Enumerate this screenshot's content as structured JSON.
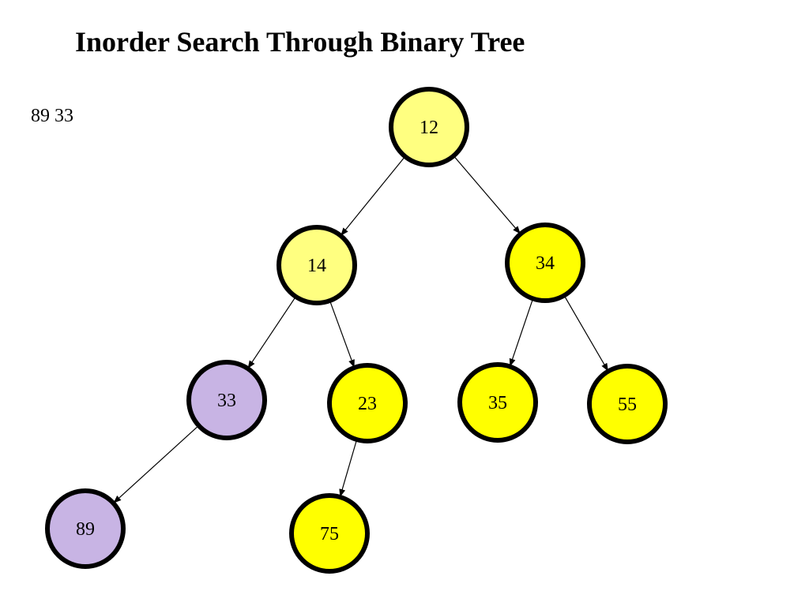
{
  "title": "Inorder Search Through Binary Tree",
  "traversal_output": "89 33",
  "colors": {
    "root_fill": "#FFFF80",
    "default_fill": "#FFFF00",
    "visited_fill": "#C8B4E4",
    "outline": "#000000",
    "edge": "#000000"
  },
  "tree": {
    "nodes": [
      {
        "id": "n12",
        "label": "12",
        "state": "current"
      },
      {
        "id": "n14",
        "label": "14",
        "state": "current"
      },
      {
        "id": "n34",
        "label": "34",
        "state": "default"
      },
      {
        "id": "n33",
        "label": "33",
        "state": "visited"
      },
      {
        "id": "n23",
        "label": "23",
        "state": "default"
      },
      {
        "id": "n35",
        "label": "35",
        "state": "default"
      },
      {
        "id": "n55",
        "label": "55",
        "state": "default"
      },
      {
        "id": "n89",
        "label": "89",
        "state": "visited"
      },
      {
        "id": "n75",
        "label": "75",
        "state": "default"
      }
    ],
    "edges": [
      {
        "from": "n12",
        "to": "n14"
      },
      {
        "from": "n12",
        "to": "n34"
      },
      {
        "from": "n14",
        "to": "n33"
      },
      {
        "from": "n14",
        "to": "n23"
      },
      {
        "from": "n34",
        "to": "n35"
      },
      {
        "from": "n34",
        "to": "n55"
      },
      {
        "from": "n33",
        "to": "n89"
      },
      {
        "from": "n23",
        "to": "n75"
      }
    ]
  }
}
